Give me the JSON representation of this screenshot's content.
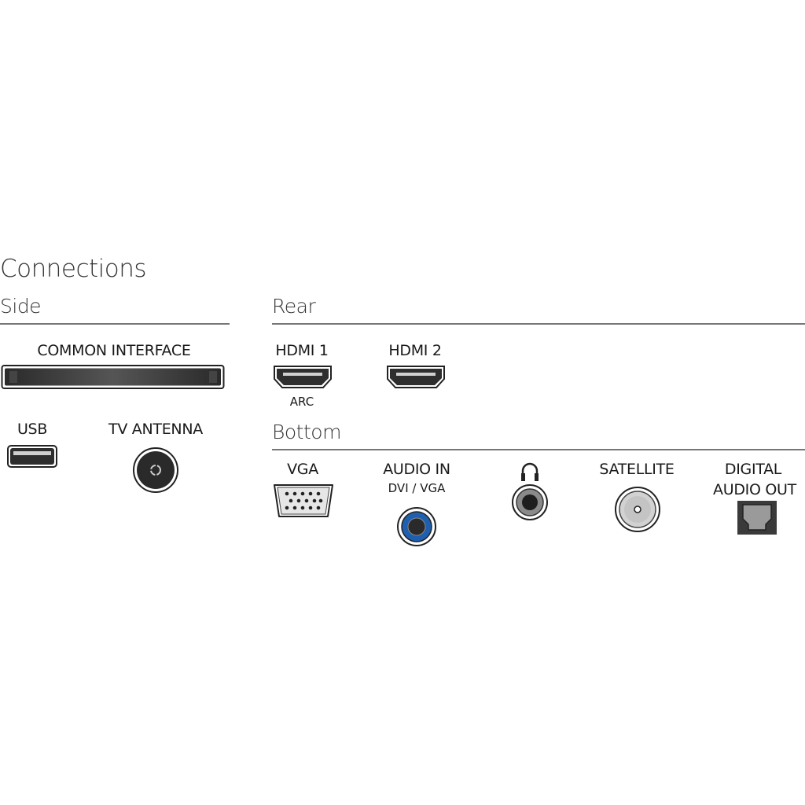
{
  "title": "Connections",
  "sections": {
    "side": {
      "heading": "Side",
      "ports": [
        {
          "label": "COMMON INTERFACE",
          "icon": "ci-slot-icon"
        },
        {
          "label": "USB",
          "icon": "usb-port-icon"
        },
        {
          "label": "TV ANTENNA",
          "icon": "antenna-port-icon"
        }
      ]
    },
    "rear": {
      "heading": "Rear",
      "ports": [
        {
          "label": "HDMI 1",
          "sublabel": "ARC",
          "icon": "hdmi-port-icon"
        },
        {
          "label": "HDMI 2",
          "icon": "hdmi-port-icon"
        }
      ]
    },
    "bottom": {
      "heading": "Bottom",
      "ports": [
        {
          "label": "VGA",
          "icon": "vga-port-icon"
        },
        {
          "label": "AUDIO IN",
          "sublabel": "DVI / VGA",
          "icon": "audio-jack-icon"
        },
        {
          "label": "",
          "icon": "headphone-icon"
        },
        {
          "label": "SATELLITE",
          "icon": "satellite-port-icon"
        },
        {
          "label": "DIGITAL",
          "label2": "AUDIO OUT",
          "icon": "optical-port-icon"
        }
      ]
    }
  },
  "colors": {
    "audio_in_ring": "#1f5fb0",
    "rule": "#777777",
    "port_dark": "#2a2a2a"
  }
}
